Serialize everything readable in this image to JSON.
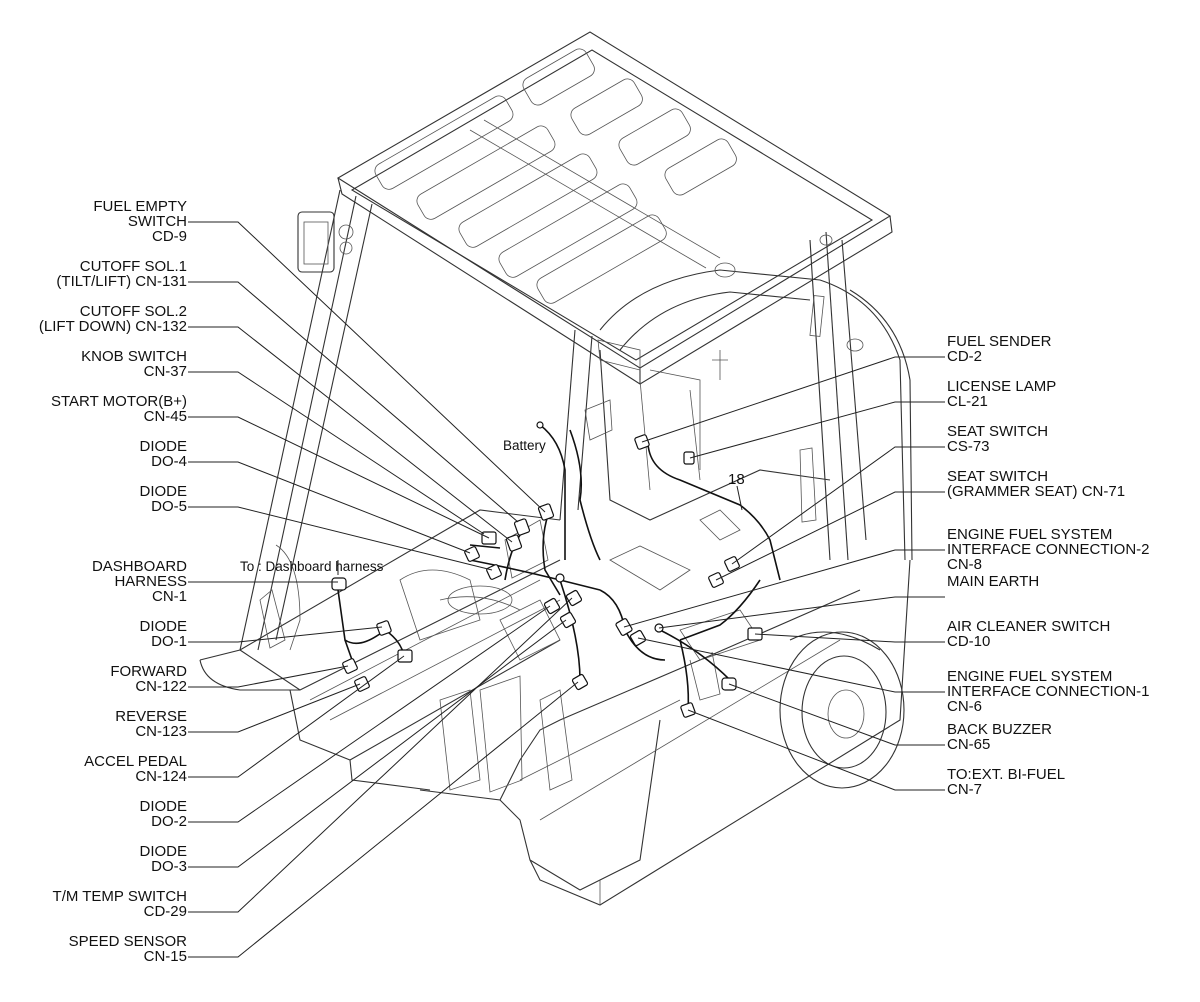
{
  "callouts_left": [
    {
      "id": "fuel-empty-switch",
      "lines": [
        "FUEL EMPTY",
        "SWITCH",
        "CD-9"
      ]
    },
    {
      "id": "cutoff-sol-1",
      "lines": [
        "CUTOFF SOL.1",
        "(TILT/LIFT) CN-131"
      ]
    },
    {
      "id": "cutoff-sol-2",
      "lines": [
        "CUTOFF SOL.2",
        "(LIFT DOWN) CN-132"
      ]
    },
    {
      "id": "knob-switch",
      "lines": [
        "KNOB SWITCH",
        "CN-37"
      ]
    },
    {
      "id": "start-motor",
      "lines": [
        "START MOTOR(B+)",
        "CN-45"
      ]
    },
    {
      "id": "diode-do-4",
      "lines": [
        "DIODE",
        "DO-4"
      ]
    },
    {
      "id": "diode-do-5",
      "lines": [
        "DIODE",
        "DO-5"
      ]
    },
    {
      "id": "dashboard-harness",
      "lines": [
        "DASHBOARD",
        "HARNESS",
        "CN-1"
      ]
    },
    {
      "id": "diode-do-1",
      "lines": [
        "DIODE",
        "DO-1"
      ]
    },
    {
      "id": "forward",
      "lines": [
        "FORWARD",
        "CN-122"
      ]
    },
    {
      "id": "reverse",
      "lines": [
        "REVERSE",
        "CN-123"
      ]
    },
    {
      "id": "accel-pedal",
      "lines": [
        "ACCEL PEDAL",
        "CN-124"
      ]
    },
    {
      "id": "diode-do-2",
      "lines": [
        "DIODE",
        "DO-2"
      ]
    },
    {
      "id": "diode-do-3",
      "lines": [
        "DIODE",
        "DO-3"
      ]
    },
    {
      "id": "tm-temp-switch",
      "lines": [
        "T/M TEMP SWITCH",
        "CD-29"
      ]
    },
    {
      "id": "speed-sensor",
      "lines": [
        "SPEED SENSOR",
        "CN-15"
      ]
    }
  ],
  "callouts_right": [
    {
      "id": "fuel-sender",
      "lines": [
        "FUEL SENDER",
        "CD-2"
      ]
    },
    {
      "id": "license-lamp",
      "lines": [
        "LICENSE LAMP",
        "CL-21"
      ]
    },
    {
      "id": "seat-switch",
      "lines": [
        "SEAT SWITCH",
        "CS-73"
      ]
    },
    {
      "id": "seat-switch-grammer",
      "lines": [
        "SEAT SWITCH",
        "(GRAMMER SEAT) CN-71"
      ]
    },
    {
      "id": "engine-fuel-system-2",
      "lines": [
        "ENGINE FUEL SYSTEM",
        "INTERFACE CONNECTION-2",
        "CN-8"
      ]
    },
    {
      "id": "main-earth",
      "lines": [
        "MAIN EARTH"
      ]
    },
    {
      "id": "air-cleaner-switch",
      "lines": [
        "AIR CLEANER SWITCH",
        "CD-10"
      ]
    },
    {
      "id": "engine-fuel-system-1",
      "lines": [
        "ENGINE FUEL SYSTEM",
        "INTERFACE CONNECTION-1",
        "CN-6"
      ]
    },
    {
      "id": "back-buzzer",
      "lines": [
        "BACK BUZZER",
        "CN-65"
      ]
    },
    {
      "id": "ext-bi-fuel",
      "lines": [
        "TO:EXT. BI-FUEL",
        "CN-7"
      ]
    }
  ],
  "annotations": {
    "battery": "Battery",
    "dashboard_harness_note": "To : Dashboard harness",
    "item_number": "18"
  }
}
